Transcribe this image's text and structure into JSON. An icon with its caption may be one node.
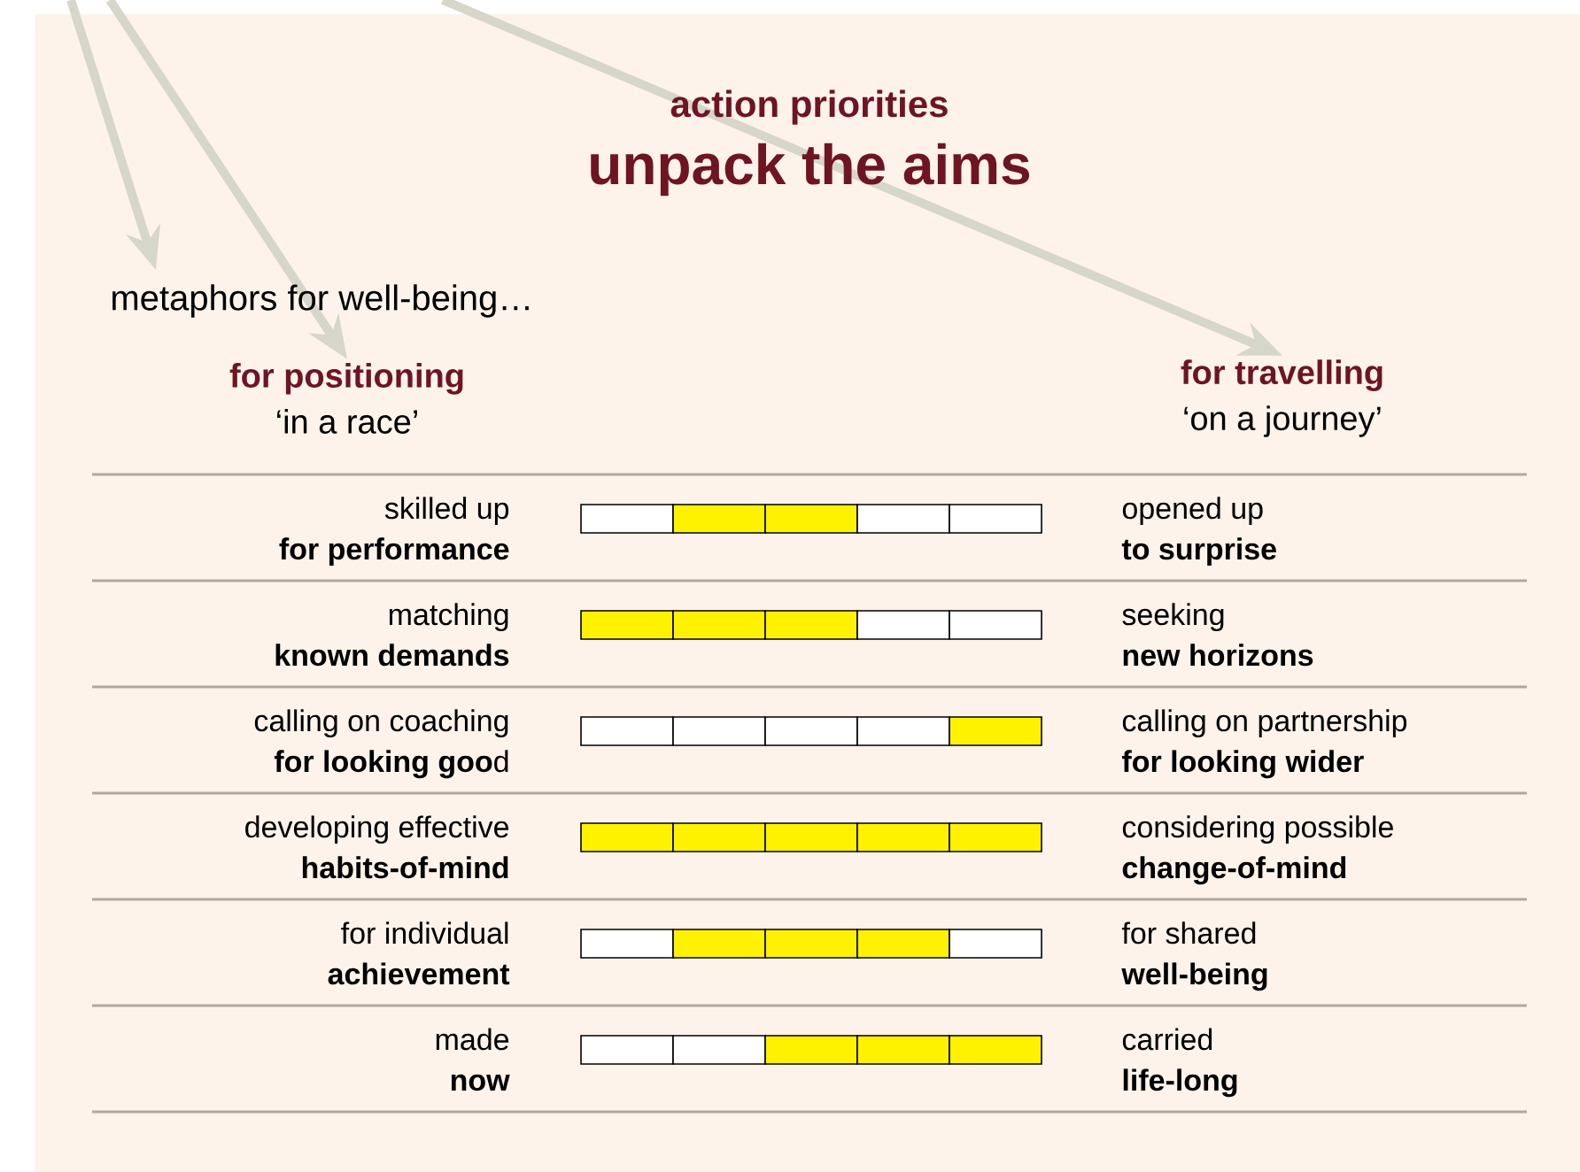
{
  "diagram": {
    "title": "unpack the aims",
    "nodes": [
      {
        "text": [
          "metaphors for well-being…"
        ]
      },
      {
        "text": [
          "for positioning",
          "‘in a race’"
        ]
      },
      {
        "text": [
          "for travelling",
          "‘on a journey’"
        ]
      }
    ],
    "edges": [
      {
        "from": null,
        "to": 0,
        "arrow": "to"
      },
      {
        "from": null,
        "to": 1,
        "arrow": "to"
      },
      {
        "from": null,
        "to": 2,
        "arrow": "to"
      }
    ],
    "labels": [
      "action priorities",
      "skilled up",
      "for performance",
      "opened up",
      "to surprise",
      "matching",
      "known demands",
      "seeking",
      "new horizons",
      "calling on coaching",
      "**for looking goo**d",
      "calling on partnership",
      "for looking wider",
      "developing effective",
      "habits-of-mind",
      "considering possible",
      "change-of-mind",
      "for individual",
      "achievement",
      "for shared",
      "well-being",
      "made",
      "now",
      "carried",
      "life-long"
    ]
  }
}
